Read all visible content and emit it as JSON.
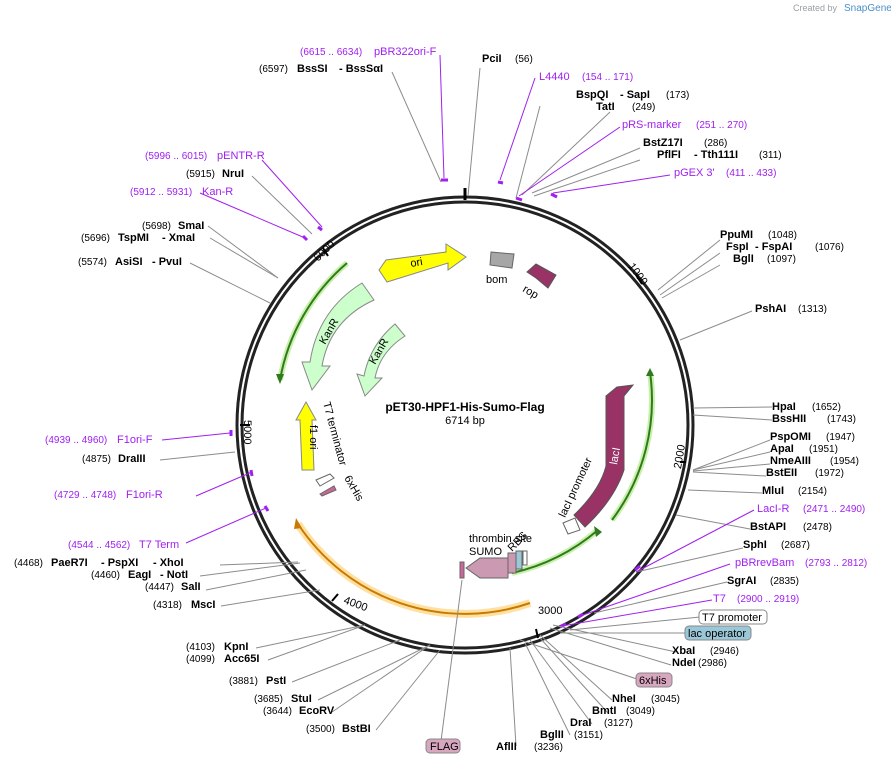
{
  "branding": {
    "created_by": "Created by",
    "brand": "SnapGene"
  },
  "plasmid": {
    "name": "pET30-HPF1-His-Sumo-Flag",
    "length": "6714 bp"
  },
  "ticks": [
    "1000",
    "2000",
    "3000",
    "4000",
    "5000",
    "6000"
  ],
  "enzymes": {
    "pcii": {
      "name": "PciI",
      "pos": "(56)"
    },
    "bssqi": {
      "name": "BspQI",
      "alt": "- SapI",
      "pos": "(173)"
    },
    "tati": {
      "name": "TatI",
      "pos": "(249)"
    },
    "bstz": {
      "name": "BstZ17I",
      "pos": "(286)"
    },
    "pflfi": {
      "name": "PflFI",
      "alt": "- Tth111I",
      "pos": "(311)"
    },
    "ppumi": {
      "name": "PpuMI",
      "pos": "(1048)"
    },
    "fspi": {
      "name": "FspI",
      "alt": "- FspAI",
      "pos": "(1076)"
    },
    "bgli": {
      "name": "BglI",
      "pos": "(1097)"
    },
    "pshai": {
      "name": "PshAI",
      "pos": "(1313)"
    },
    "hpai": {
      "name": "HpaI",
      "pos": "(1652)"
    },
    "bsshii": {
      "name": "BssHII",
      "pos": "(1743)"
    },
    "psp": {
      "name": "PspOMI",
      "pos": "(1947)"
    },
    "apai": {
      "name": "ApaI",
      "pos": "(1951)"
    },
    "nme": {
      "name": "NmeAIII",
      "pos": "(1954)"
    },
    "bsteii": {
      "name": "BstEII",
      "pos": "(1972)"
    },
    "mlui": {
      "name": "MluI",
      "pos": "(2154)"
    },
    "bstapi": {
      "name": "BstAPI",
      "pos": "(2478)"
    },
    "sphi": {
      "name": "SphI",
      "pos": "(2687)"
    },
    "sgrai": {
      "name": "SgrAI",
      "pos": "(2835)"
    },
    "xbai": {
      "name": "XbaI",
      "pos": "(2946)"
    },
    "ndei": {
      "name": "NdeI",
      "pos": "(2986)"
    },
    "nhei": {
      "name": "NheI",
      "pos": "(3045)"
    },
    "bmti": {
      "name": "BmtI",
      "pos": "(3049)"
    },
    "drai": {
      "name": "DraI",
      "pos": "(3127)"
    },
    "bglii": {
      "name": "BglII",
      "pos": "(3151)"
    },
    "aflii": {
      "name": "AflII",
      "pos": "(3236)"
    },
    "bstbi": {
      "name": "BstBI",
      "pos": "(3500)"
    },
    "ecorv": {
      "name": "EcoRV",
      "pos": "(3644)"
    },
    "stui": {
      "name": "StuI",
      "pos": "(3685)"
    },
    "psti": {
      "name": "PstI",
      "pos": "(3881)"
    },
    "acc65i": {
      "name": "Acc65I",
      "pos": "(4099)"
    },
    "kpni": {
      "name": "KpnI",
      "pos": "(4103)"
    },
    "msci": {
      "name": "MscI",
      "pos": "(4318)"
    },
    "sali": {
      "name": "SalI",
      "pos": "(4447)"
    },
    "eagi": {
      "name": "EagI",
      "alt": "- NotI",
      "pos": "(4460)"
    },
    "paer": {
      "name": "PaeR7I",
      "alt": "- PspXI",
      "alt2": "- XhoI",
      "pos": "(4468)"
    },
    "draiii": {
      "name": "DraIII",
      "pos": "(4875)"
    },
    "asisi": {
      "name": "AsiSI",
      "alt": "- PvuI",
      "pos": "(5574)"
    },
    "tspmi": {
      "name": "TspMI",
      "alt": "- XmaI",
      "pos": "(5696)"
    },
    "smai": {
      "name": "SmaI",
      "pos": "(5698)"
    },
    "nrui": {
      "name": "NruI",
      "pos": "(5915)"
    },
    "bsssi": {
      "name": "BssSI",
      "alt": "- BssSαI",
      "pos": "(6597)"
    }
  },
  "primers": {
    "pbr322": {
      "name": "pBR322ori-F",
      "pos": "(6615 .. 6634)"
    },
    "l4440": {
      "name": "L4440",
      "pos": "(154 .. 171)"
    },
    "prs": {
      "name": "pRS-marker",
      "pos": "(251 .. 270)"
    },
    "pgex": {
      "name": "pGEX 3'",
      "pos": "(411 .. 433)"
    },
    "pentr": {
      "name": "pENTR-R",
      "pos": "(5996 .. 6015)"
    },
    "kanr": {
      "name": "Kan-R",
      "pos": "(5912 .. 5931)"
    },
    "f1orif": {
      "name": "F1ori-F",
      "pos": "(4939 .. 4960)"
    },
    "f1orir": {
      "name": "F1ori-R",
      "pos": "(4729 .. 4748)"
    },
    "t7term": {
      "name": "T7 Term",
      "pos": "(4544 .. 4562)"
    },
    "lacir": {
      "name": "LacI-R",
      "pos": "(2471 .. 2490)"
    },
    "pbrrev": {
      "name": "pBRrevBam",
      "pos": "(2793 .. 2812)"
    },
    "t7": {
      "name": "T7",
      "pos": "(2900 .. 2919)"
    }
  },
  "boxes": {
    "t7promoter": "T7 promoter",
    "lacoperator": "lac operator",
    "his": "6xHis",
    "flag": "FLAG"
  },
  "features": {
    "ori": "ori",
    "bom": "bom",
    "rop": "rop",
    "kanr1": "KanR",
    "kanr2": "KanR",
    "f1ori": "f1 ori",
    "t7terminator": "T7 terminator",
    "his": "6xHis",
    "laci": "lacI",
    "lacipromoter": "lacI promoter",
    "thrombin": "thrombin site",
    "sumo": "SUMO",
    "rbs": "RBS"
  },
  "colors": {
    "ori": "#ffff00",
    "kanr": "#ccffcc",
    "laci": "#993366",
    "rop": "#993366",
    "bom": "#a6a6a6",
    "sumo": "#cc99b3",
    "orf": "#ff9900",
    "primer": "#a020f0"
  }
}
